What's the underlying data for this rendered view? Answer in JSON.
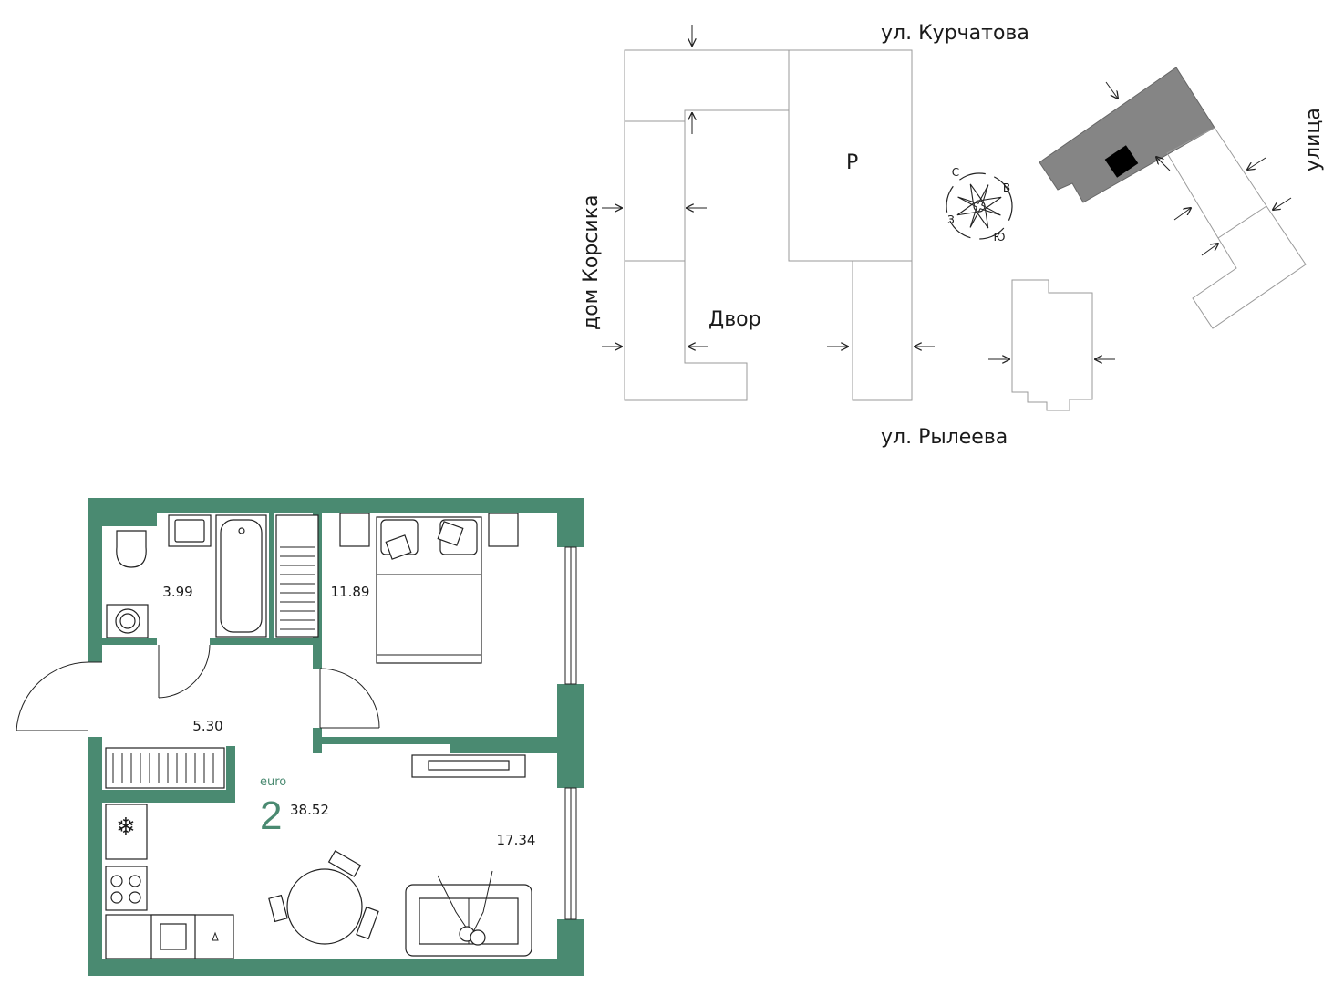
{
  "site_plan": {
    "streets": {
      "north": "ул. Курчатова",
      "south": "ул. Рылеева",
      "west": "дом Корсика",
      "east": "улица"
    },
    "labels": {
      "yard": "Двор",
      "parking": "Р"
    },
    "compass": {
      "north": "С",
      "east": "В",
      "south": "Ю",
      "west": "З"
    },
    "colors": {
      "highlight_building": "#858585",
      "apartment_marker": "#000000",
      "outline": "#9a9a9a"
    }
  },
  "floor_plan": {
    "type_label": "euro",
    "rooms_count": "2",
    "total_area": "38.52",
    "rooms": {
      "bathroom": "3.99",
      "bedroom": "11.89",
      "hallway": "5.30",
      "living_kitchen": "17.34"
    },
    "colors": {
      "walls": "#4a8a71",
      "accent_text": "#4a8a71"
    }
  }
}
